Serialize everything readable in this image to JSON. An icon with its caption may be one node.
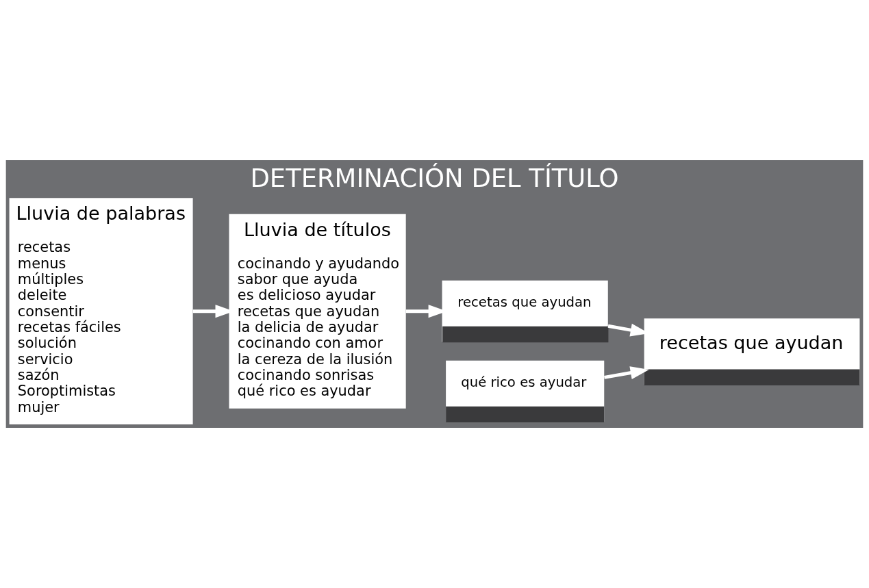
{
  "diagram": {
    "title": "DETERMINACIÓN DEL TÍTULO",
    "nodes": [
      {
        "text": [
          "Lluvia de palabras",
          "recetas",
          "menus",
          "múltiples",
          "deleite",
          "consentir",
          "recetas fáciles",
          "solución",
          "servicio",
          "sazón",
          "Soroptimistas",
          "mujer"
        ]
      },
      {
        "text": [
          "Lluvia de títulos",
          "cocinando y ayudando",
          "sabor que ayuda",
          "es delicioso ayudar",
          "recetas que ayudan",
          "la delicia de ayudar",
          "cocinando con amor",
          "la cereza de la ilusión",
          "cocinando sonrisas",
          "qué rico es ayudar"
        ]
      },
      {
        "text": [
          "recetas que ayudan"
        ]
      },
      {
        "text": [
          "qué rico es ayudar"
        ]
      },
      {
        "text": [
          "recetas que ayudan"
        ]
      }
    ],
    "edges": [
      {
        "from": 0,
        "to": 1,
        "arrow": "to"
      },
      {
        "from": 1,
        "to": 2,
        "arrow": "to"
      },
      {
        "from": 2,
        "to": 4,
        "arrow": "to"
      },
      {
        "from": 3,
        "to": 4,
        "arrow": "to"
      }
    ]
  }
}
